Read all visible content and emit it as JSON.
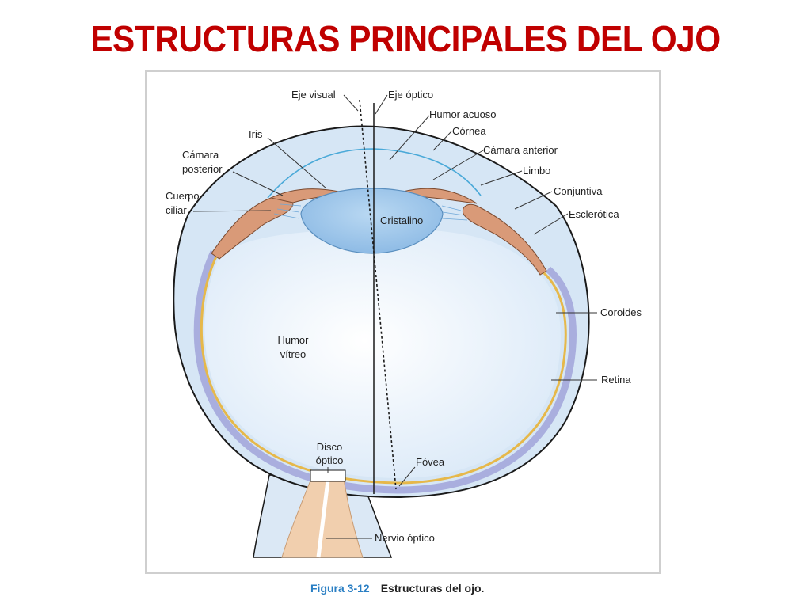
{
  "slide": {
    "title": "ESTRUCTURAS PRINCIPALES DEL OJO"
  },
  "figure": {
    "caption_number": "Figura 3-12",
    "caption_text": "Estructuras del ojo.",
    "labels": {
      "eje_visual": "Eje visual",
      "eje_optico": "Eje óptico",
      "humor_acuoso": "Humor acuoso",
      "cornea": "Córnea",
      "camara_anterior": "Cámara anterior",
      "limbo": "Limbo",
      "conjuntiva": "Conjuntiva",
      "esclerotica": "Esclerótica",
      "iris": "Iris",
      "camara_posterior_1": "Cámara",
      "camara_posterior_2": "posterior",
      "cuerpo_ciliar_1": "Cuerpo",
      "cuerpo_ciliar_2": "ciliar",
      "cristalino": "Cristalino",
      "coroides": "Coroides",
      "humor_vitreo_1": "Humor",
      "humor_vitreo_2": "vítreo",
      "retina": "Retina",
      "disco_optico_1": "Disco",
      "disco_optico_2": "óptico",
      "fovea": "Fóvea",
      "nervio_optico": "Nervio óptico"
    },
    "colors": {
      "sclera_fill": "#d6e6f5",
      "vitreous_fill": "#eaf3fb",
      "lens_fill": "#9fc6ea",
      "choroid": "#a9aede",
      "retina": "#e6b84a",
      "ciliary_body": "#d99a78",
      "optic_nerve": "#f1cfae",
      "cornea_line": "#4aa9d8",
      "outline": "#1a1a1a"
    }
  }
}
